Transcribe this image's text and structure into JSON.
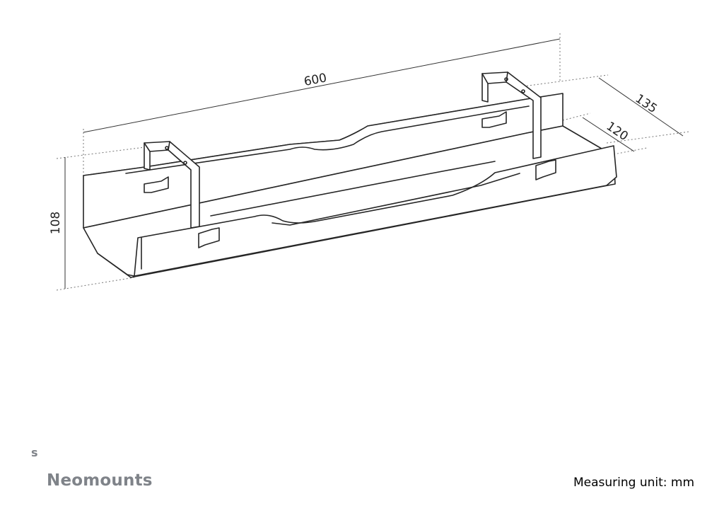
{
  "dimensions": {
    "length": "600",
    "depth_outer": "135",
    "depth_inner": "120",
    "height": "108"
  },
  "brand": {
    "name": "Neomounts",
    "mark": "s",
    "color": "#7f8389"
  },
  "footer": {
    "unit_note": "Measuring unit: mm"
  },
  "colors": {
    "line": "#262626",
    "extension": "#777777",
    "text": "#222222"
  }
}
